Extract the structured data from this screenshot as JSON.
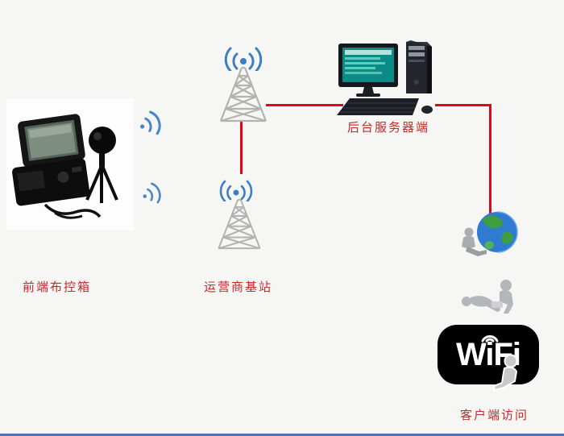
{
  "labels": {
    "front_box": "前端布控箱",
    "base_station": "运营商基站",
    "server": "后台服务器端",
    "client": "客户端访问"
  },
  "wifi_logo": {
    "text": "WiFi"
  },
  "icon_names": {
    "front_equipment": "portable-control-case-with-ptz-camera-photo",
    "signal": "radio-signal-waves-icon",
    "tower": "cell-tower-icon",
    "server_computer": "desktop-computer-icon",
    "internet_globe": "globe-with-users-icon",
    "clients": "user-silhouettes-icon",
    "wifi": "wifi-logo"
  },
  "colors": {
    "background": "#f6f6f4",
    "connector_red": "#e30613",
    "label_red": "#c42b2b",
    "tower_gray": "#b2b2b2",
    "signal_blue": "#3d7fc1",
    "wifi_logo_bg": "#000000",
    "wifi_logo_text": "#ffffff",
    "bottom_edge_blue": "#4a7ab5"
  }
}
